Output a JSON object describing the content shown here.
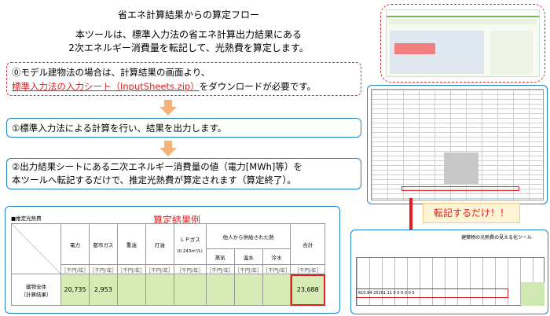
{
  "title": "省エネ計算結果からの算定フロー",
  "intro": {
    "line1": "本ツールは、標準入力法の省エネ計算出力結果にある",
    "line2": "2次エネルギー消費量を転記して、光熱費を算定します。"
  },
  "step0": {
    "line1": "⓪モデル建物法の場合は、計算結果の画面より、",
    "link": "標準入力法の入力シート（InputSheets.zip）",
    "suffix": "をダウンロードが必要です。"
  },
  "step1": "①標準入力法による計算を行い、結果を出力します。",
  "step2": {
    "line1": "②出力結果シートにある二次エネルギー消費量の値（電力[MWh]等）を",
    "line2": "本ツールへ転記するだけで、推定光熱費が算定されます（算定終了）。"
  },
  "transfer_label": "転記するだけ！！",
  "result": {
    "section_label": "■推定光熱費",
    "title": "算定結果例",
    "columns": [
      "電力",
      "都市ガス",
      "重油",
      "灯油",
      "ＬＰガス",
      "他人から供給された熱",
      "合計"
    ],
    "lpg_sub": "(0.243m³/L)",
    "heat_sub": [
      "蒸気",
      "温水",
      "冷水"
    ],
    "unit": "［千円/年］",
    "row_label_1": "建物全体",
    "row_label_2": "（計算結果）",
    "values": [
      "20,735",
      "2,953",
      "",
      "",
      "",
      "",
      "",
      "",
      "23,688"
    ]
  },
  "shot3": {
    "title": "建築物の光熱費の見える化ツール",
    "row": "610.84  25101.11  0  0  0  0  0  0"
  },
  "colors": {
    "accent_blue": "#1e82c8",
    "accent_red": "#e02020",
    "arrow_orange": "#f5b27a",
    "cell_green": "#d7ecb4"
  }
}
